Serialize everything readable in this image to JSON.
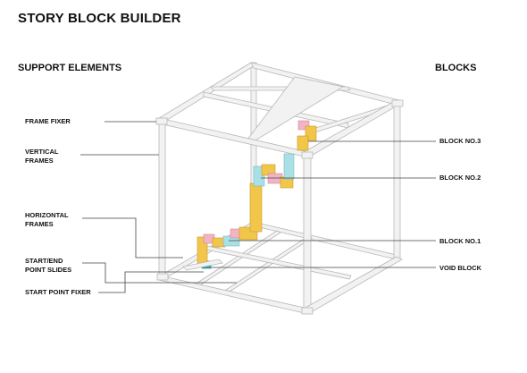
{
  "title": "STORY BLOCK BUILDER",
  "left_heading": "SUPPORT ELEMENTS",
  "right_heading": "BLOCKS",
  "left_labels": [
    "FRAME FIXER",
    "VERTICAL\nFRAMES",
    "HORIZONTAL\nFRAMES",
    "START/END\nPOINT SLIDES",
    "START POINT FIXER"
  ],
  "right_labels": [
    "BLOCK NO.3",
    "BLOCK NO.2",
    "BLOCK NO.1",
    "VOID BLOCK"
  ],
  "colors": {
    "frame": "#f2f2f2",
    "frame_edge": "#b8b8b8",
    "block_yellow": "#f2c54b",
    "block_pink": "#f2b3c4",
    "block_cyan": "#a9e0e6",
    "leader": "#444444"
  }
}
